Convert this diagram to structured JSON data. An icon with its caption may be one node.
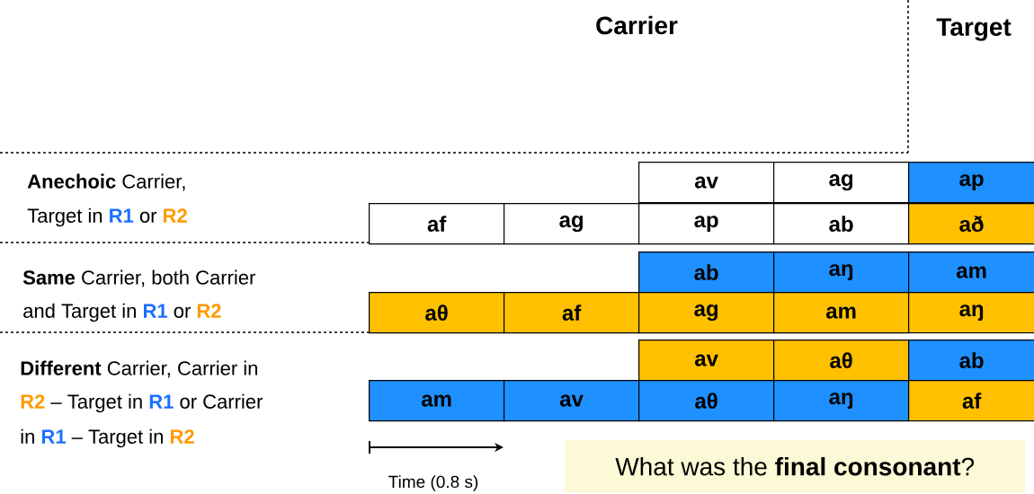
{
  "diagram": {
    "nodes": [
      {
        "text": [
          "av"
        ]
      },
      {
        "text": [
          "ag"
        ]
      },
      {
        "text": [
          "ap"
        ]
      },
      {
        "text": [
          "af"
        ]
      },
      {
        "text": [
          "ag"
        ]
      },
      {
        "text": [
          "ap"
        ]
      },
      {
        "text": [
          "ab"
        ]
      },
      {
        "text": [
          "að"
        ]
      },
      {
        "text": [
          "ab"
        ]
      },
      {
        "text": [
          "aŋ"
        ]
      },
      {
        "text": [
          "am"
        ]
      },
      {
        "text": [
          "aθ"
        ]
      },
      {
        "text": [
          "af"
        ]
      },
      {
        "text": [
          "ag"
        ]
      },
      {
        "text": [
          "am"
        ]
      },
      {
        "text": [
          "aŋ"
        ]
      },
      {
        "text": [
          "av"
        ]
      },
      {
        "text": [
          "aθ"
        ]
      },
      {
        "text": [
          "ab"
        ]
      },
      {
        "text": [
          "am"
        ]
      },
      {
        "text": [
          "av"
        ]
      },
      {
        "text": [
          "aθ"
        ]
      },
      {
        "text": [
          "aŋ"
        ]
      },
      {
        "text": [
          "af"
        ]
      },
      {
        "text": [
          "What was the **final consonant**?"
        ]
      }
    ],
    "labels": [
      "Carrier",
      "Target",
      "**Anechoic** Carrier,",
      "Target in",
      "R1",
      "or",
      "R2",
      "**Same** Carrier, both Carrier",
      "and Target in",
      "R1",
      "or",
      "R2",
      "**Different** Carrier, Carrier in",
      "R2",
      "– Target in",
      "R1",
      "or Carrier",
      "in",
      "R1",
      "– Target in",
      "R2",
      "Time (0.8 s)"
    ]
  }
}
